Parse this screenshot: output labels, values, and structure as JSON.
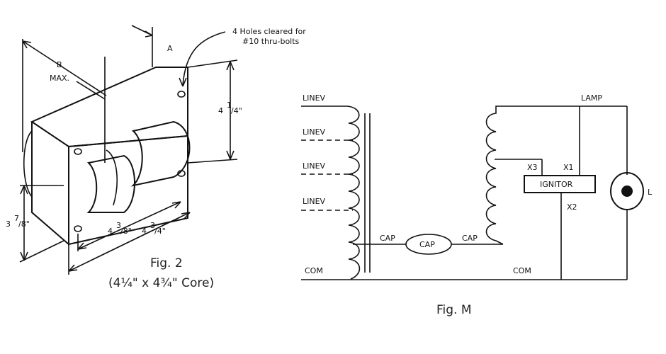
{
  "fig2": {
    "holes_note_line1": "4 Holes cleared for",
    "holes_note_line2": "#10 thru-bolts",
    "dim_a": "A",
    "dim_b": "B",
    "dim_b_max": "MAX.",
    "height_whole": "4",
    "height_frac": "1",
    "height_frac_den": "/4\"",
    "depth_whole": "3",
    "depth_num": "7",
    "depth_den": "/8\"",
    "width1_whole": "4",
    "width1_num": "3",
    "width1_den": "/8\"",
    "width2_whole": "4",
    "width2_num": "3",
    "width2_den": "/4\"",
    "caption": "Fig. 2",
    "subcaption": "(4¼\" x 4¾\" Core)"
  },
  "figm": {
    "linev_1": "LINEV",
    "linev_2": "LINEV",
    "linev_3": "LINEV",
    "linev_4": "LINEV",
    "com_left": "COM",
    "com_right": "COM",
    "cap_left": "CAP",
    "cap_center": "CAP",
    "cap_right": "CAP",
    "lamp": "LAMP",
    "x1": "X1",
    "x2": "X2",
    "x3": "X3",
    "ignitor": "IGNITOR",
    "lamp_symbol": "L",
    "caption": "Fig. M"
  }
}
